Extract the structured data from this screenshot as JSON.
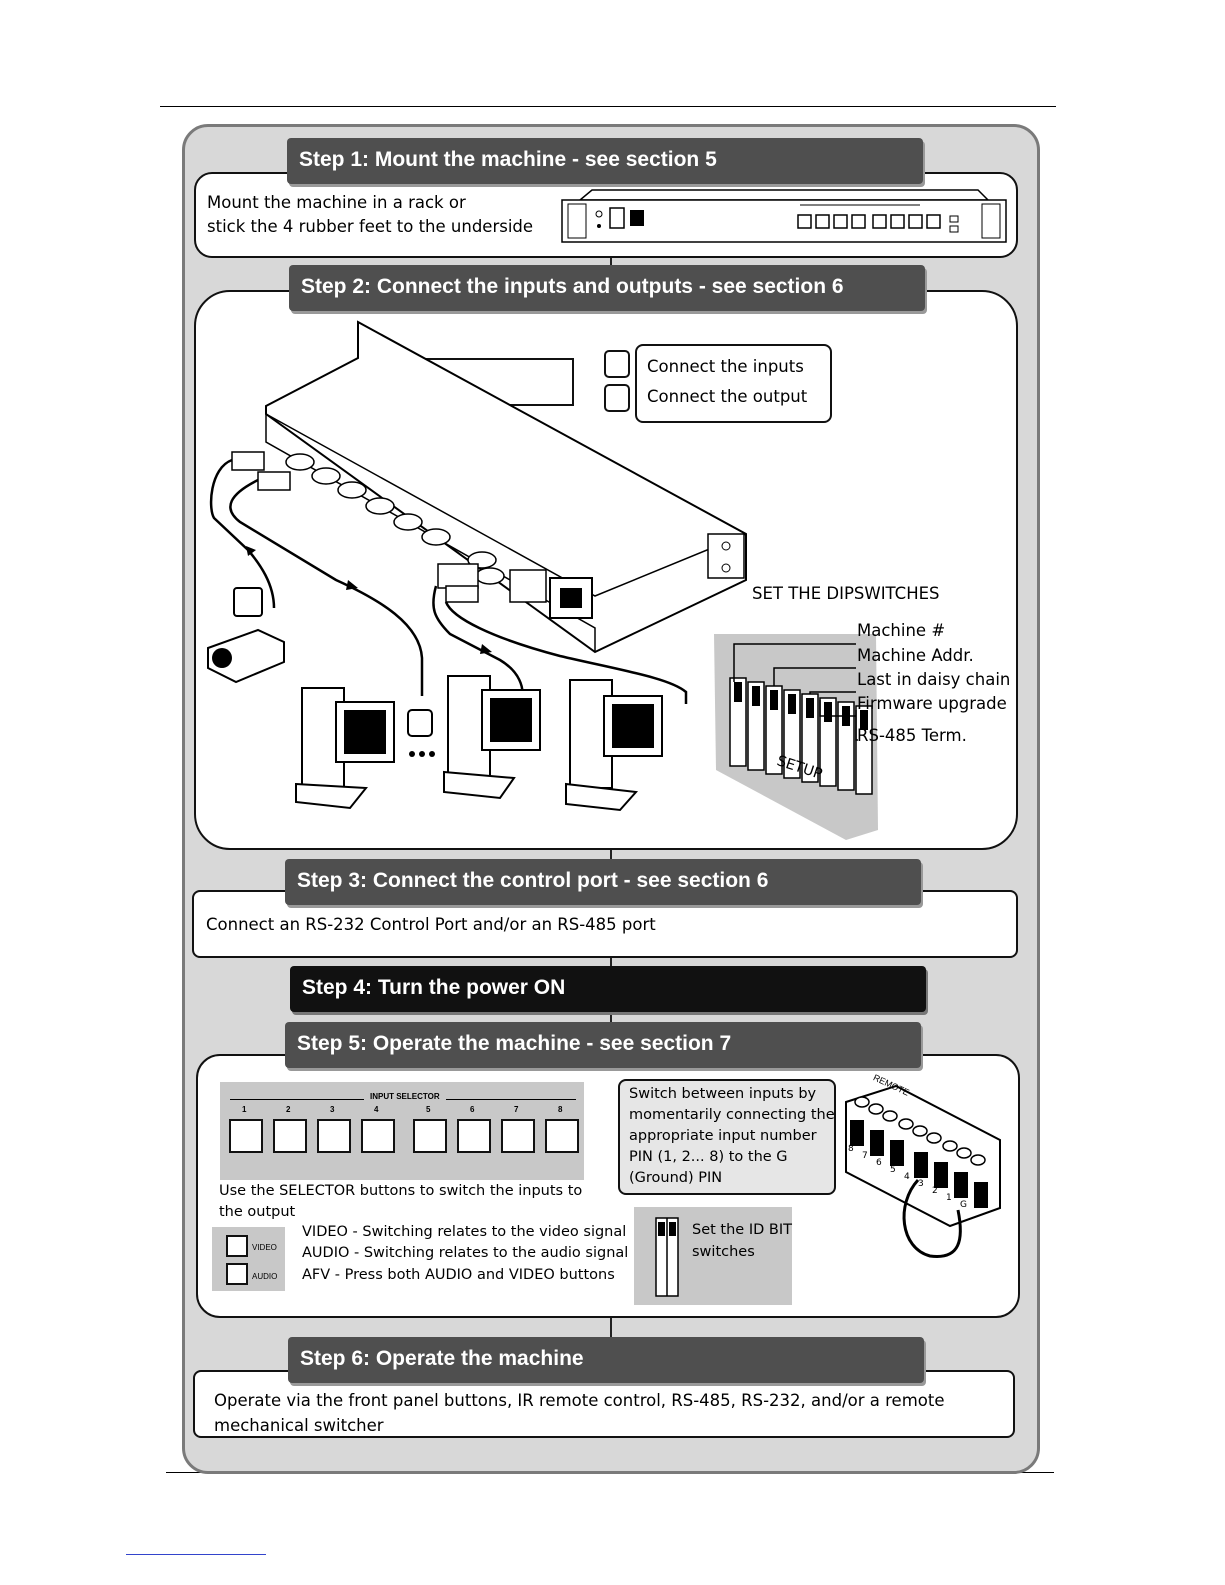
{
  "steps": [
    {
      "title": "Step 1: Mount the machine - see section 5"
    },
    {
      "title": "Step 2: Connect the inputs and outputs - see section 6"
    },
    {
      "title": "Step 3: Connect the control port - see section 6"
    },
    {
      "title": "Step 4: Turn the power ON"
    },
    {
      "title": "Step 5: Operate the machine - see section 7"
    },
    {
      "title": "Step 6: Operate the machine"
    }
  ],
  "step1": {
    "text_line1": "Mount the machine in a rack or",
    "text_line2": "stick the 4 rubber feet to the underside"
  },
  "step2": {
    "legend_inputs": "Connect the inputs",
    "legend_output": "Connect the output",
    "dipswitch_title": "SET THE DIPSWITCHES",
    "dip_labels": [
      "Machine #",
      "Machine Addr.",
      "Last in daisy chain",
      "Firmware upgrade",
      "RS-485 Term."
    ],
    "setup_label": "SETUP"
  },
  "step3": {
    "text": "Connect an RS-232 Control Port and/or an RS-485 port"
  },
  "step5": {
    "input_selector_title": "INPUT SELECTOR",
    "input_numbers": [
      "1",
      "2",
      "3",
      "4",
      "5",
      "6",
      "7",
      "8"
    ],
    "selector_caption_line1": "Use the SELECTOR buttons to switch the inputs to",
    "selector_caption_line2": "the output",
    "video_button_label": "VIDEO",
    "audio_button_label": "AUDIO",
    "mode_video": "VIDEO - Switching relates to the video signal",
    "mode_audio": "AUDIO - Switching relates to the audio signal",
    "mode_afv": "AFV - Press both AUDIO and VIDEO buttons",
    "remote_note_lines": [
      "Switch between inputs by",
      "momentarily connecting the",
      "appropriate input number",
      "PIN (1, 2... 8) to the G",
      "(Ground) PIN"
    ],
    "id_bit_line1": "Set the ID BIT",
    "id_bit_line2": "switches",
    "remote_label": "REMOTE",
    "remote_pins": [
      "8",
      "7",
      "6",
      "5",
      "4",
      "3",
      "2",
      "1",
      "G"
    ]
  },
  "step6": {
    "text_line1": "Operate via the front panel buttons, IR remote control, RS-485, RS-232, and/or a remote",
    "text_line2": "mechanical switcher"
  }
}
